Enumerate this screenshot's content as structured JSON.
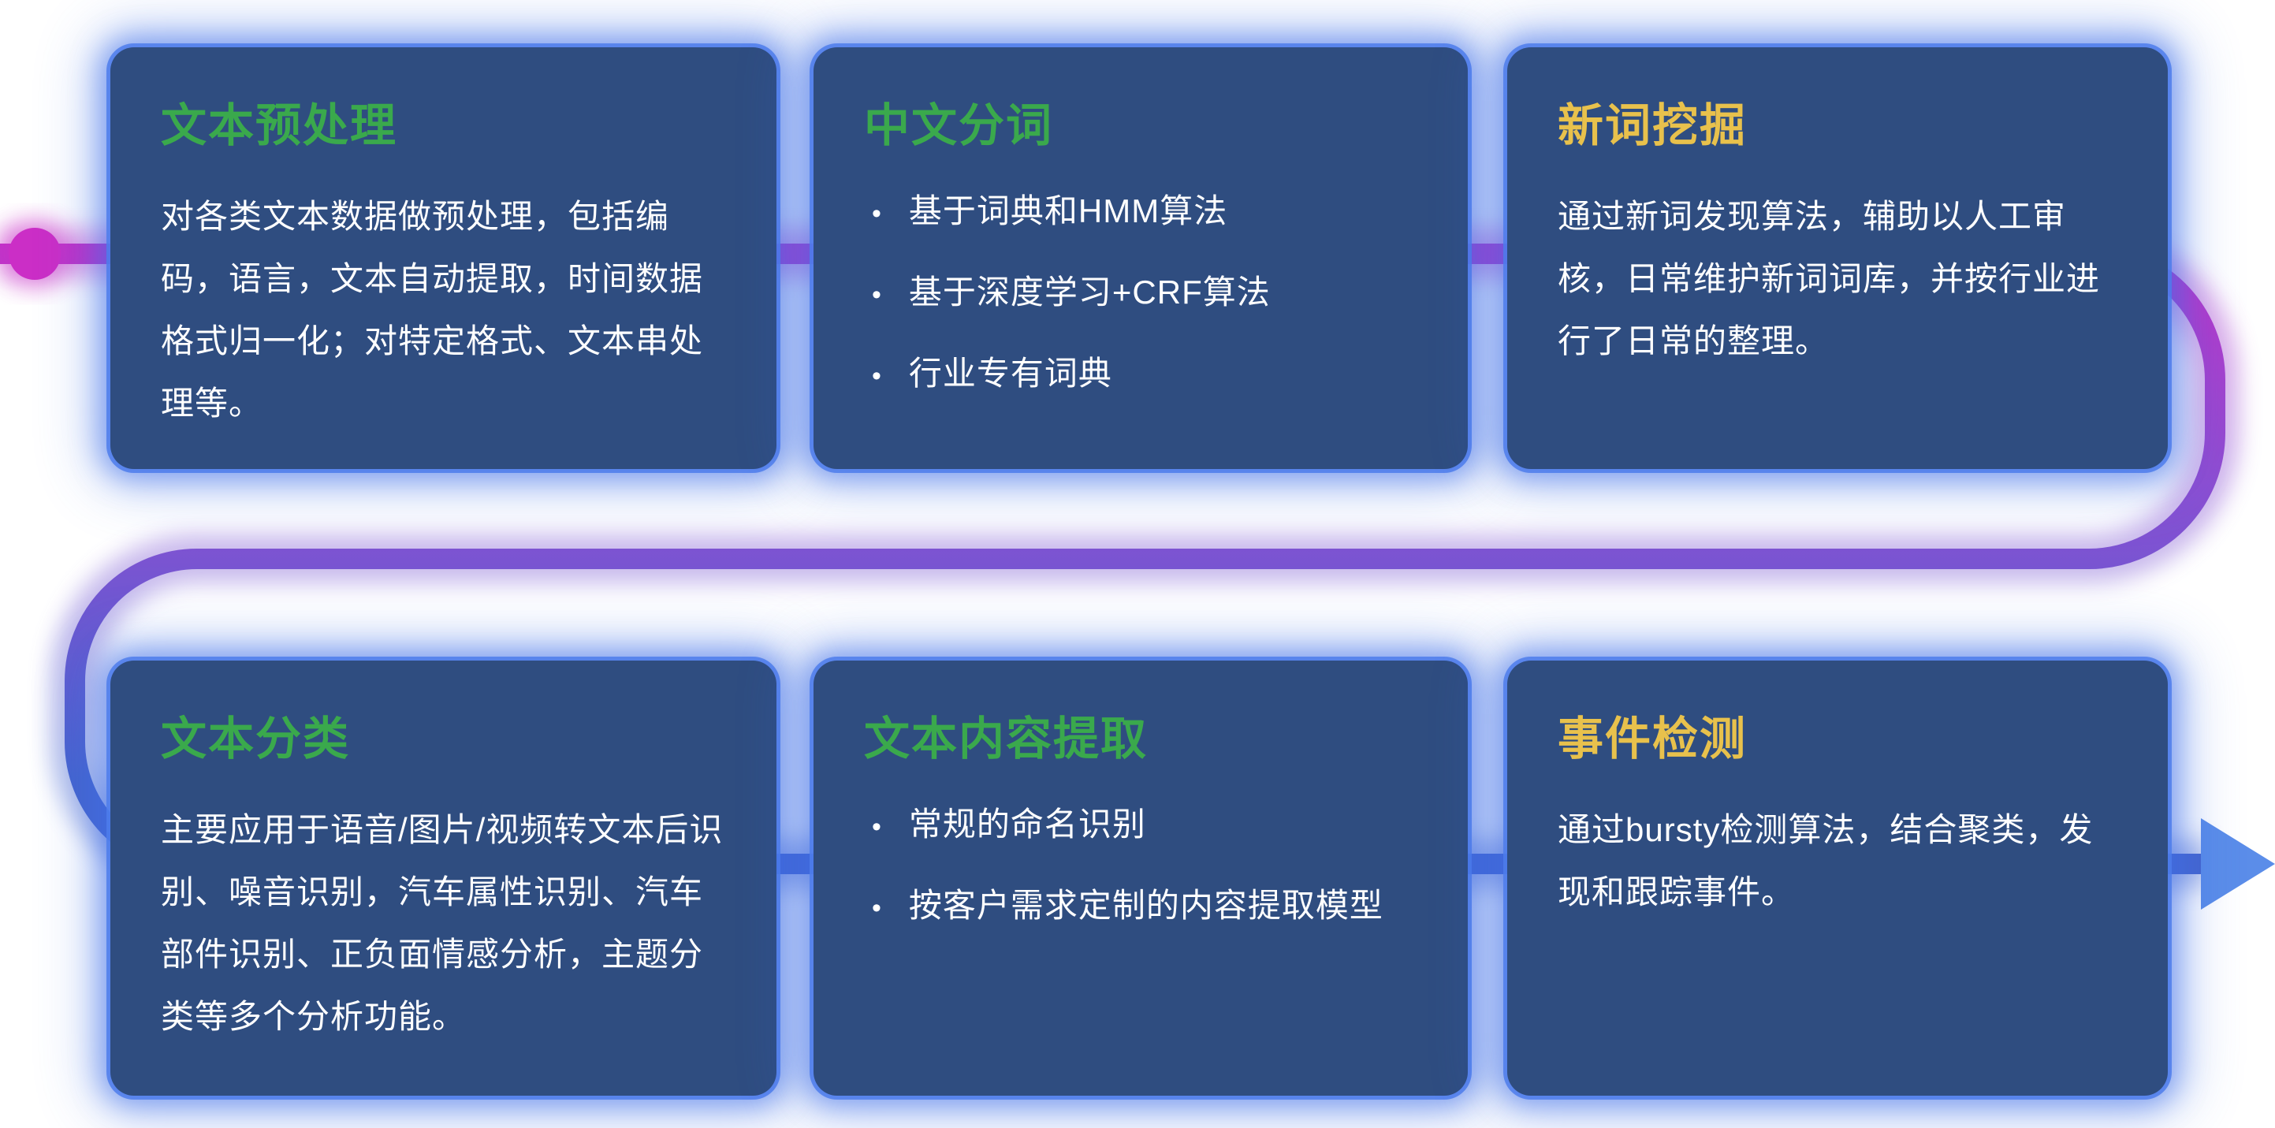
{
  "colors": {
    "card_bg": "#2f4d80",
    "glow": "#4677e0",
    "title_green": "#3aa94c",
    "title_yellow": "#e8c14c",
    "body_text": "#ffffff",
    "line_magenta": "#cb2ec6",
    "line_purple": "#8a4fd2",
    "line_blue": "#4565cf",
    "arrow_blue": "#5b8de9",
    "page_bg": "#ffffff"
  },
  "icons": {
    "start_dot": "filled-circle",
    "flow_arrow": "right-triangle"
  },
  "cards": [
    {
      "id": "text-preprocessing",
      "title": "文本预处理",
      "title_color": "green",
      "paragraph": "对各类文本数据做预处理，包括编码，语言，文本自动提取，时间数据格式归一化；对特定格式、文本串处理等。",
      "bullets": []
    },
    {
      "id": "chinese-word-segmentation",
      "title": "中文分词",
      "title_color": "green",
      "paragraph": "",
      "bullets": [
        "基于词典和HMM算法",
        "基于深度学习+CRF算法",
        "行业专有词典"
      ]
    },
    {
      "id": "new-word-mining",
      "title": "新词挖掘",
      "title_color": "yellow",
      "paragraph": "通过新词发现算法，辅助以人工审核，日常维护新词词库，并按行业进行了日常的整理。",
      "bullets": []
    },
    {
      "id": "text-classification",
      "title": "文本分类",
      "title_color": "green",
      "paragraph": "主要应用于语音/图片/视频转文本后识别、噪音识别，汽车属性识别、汽车部件识别、正负面情感分析，主题分类等多个分析功能。",
      "bullets": []
    },
    {
      "id": "text-content-extraction",
      "title": "文本内容提取",
      "title_color": "green",
      "paragraph": "",
      "bullets": [
        "常规的命名识别",
        "按客户需求定制的内容提取模型"
      ]
    },
    {
      "id": "event-detection",
      "title": "事件检测",
      "title_color": "yellow",
      "paragraph": "通过bursty检测算法，结合聚类，发现和跟踪事件。",
      "bullets": []
    }
  ]
}
